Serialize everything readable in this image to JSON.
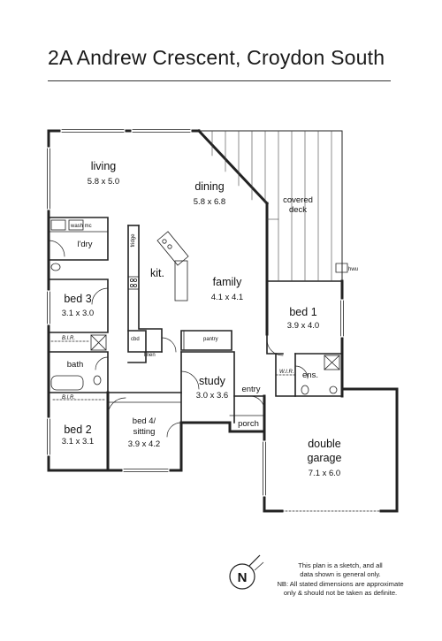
{
  "title": "2A Andrew Crescent, Croydon South",
  "rooms": {
    "living": {
      "name": "living",
      "dim": "5.8 x 5.0"
    },
    "dining": {
      "name": "dining",
      "dim": "5.8 x 6.8"
    },
    "covered_deck": {
      "line1": "covered",
      "line2": "deck"
    },
    "ldry": {
      "name": "l'dry"
    },
    "kit": {
      "name": "kit."
    },
    "family": {
      "name": "family",
      "dim": "4.1 x 4.1"
    },
    "bed3": {
      "name": "bed 3",
      "dim": "3.1 x 3.0"
    },
    "bed1": {
      "name": "bed 1",
      "dim": "3.9 x 4.0"
    },
    "bath": {
      "name": "bath"
    },
    "ens": {
      "name": "ens."
    },
    "study": {
      "name": "study",
      "dim": "3.0 x 3.6"
    },
    "entry": {
      "name": "entry"
    },
    "porch": {
      "name": "porch"
    },
    "bed2": {
      "name": "bed 2",
      "dim": "3.1 x 3.1"
    },
    "bed4": {
      "line1": "bed 4/",
      "line2": "sitting",
      "dim": "3.9 x 4.2"
    },
    "garage": {
      "line1": "double",
      "line2": "garage",
      "dim": "7.1 x 6.0"
    }
  },
  "small_labels": {
    "wash_m": "wash mc",
    "fridge": "fridge",
    "pantry": "pantry",
    "cbd": "cbd",
    "linen": "linen",
    "bir_bed3": "B.I.R.",
    "bir_bed2": "B.I.R.",
    "wir": "W.I.R.",
    "hwup": "hwu"
  },
  "disclaimer": {
    "line1": "This plan is a sketch, and all",
    "line2": "data shown is general only.",
    "line3": "NB: All stated dimensions are approximate",
    "line4": "only & should not be taken as definite."
  },
  "compass": {
    "letter": "N",
    "icon": "north-arrow-icon"
  }
}
